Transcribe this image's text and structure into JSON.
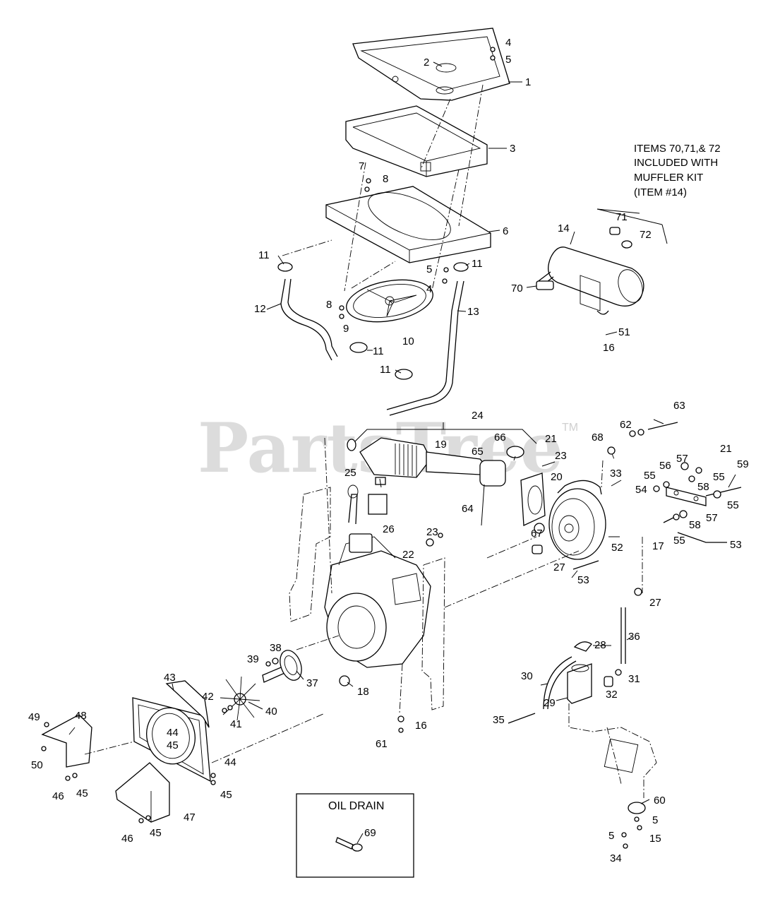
{
  "watermark": {
    "text": "PartsTree",
    "tm": "TM"
  },
  "note": {
    "lines": [
      "ITEMS 70,71,& 72",
      "INCLUDED WITH",
      "MUFFLER KIT",
      "(ITEM #14)"
    ]
  },
  "oil_drain_box": {
    "title": "OIL DRAIN",
    "item": "69"
  },
  "callouts": {
    "c1": "1",
    "c2": "2",
    "c3": "3",
    "c4a": "4",
    "c5a": "5",
    "c4b": "4",
    "c5b": "5",
    "c6": "6",
    "c7": "7",
    "c8a": "8",
    "c8b": "8",
    "c9": "9",
    "c10": "10",
    "c11a": "11",
    "c11b": "11",
    "c11c": "11",
    "c11d": "11",
    "c12": "12",
    "c13": "13",
    "c14": "14",
    "c16a": "16",
    "c51": "51",
    "c70": "70",
    "c71": "71",
    "c72": "72",
    "c24": "24",
    "c19": "19",
    "c66": "66",
    "c21a": "21",
    "c23a": "23",
    "c25": "25",
    "c65": "65",
    "c20": "20",
    "c64": "64",
    "c26": "26",
    "c68": "68",
    "c62": "62",
    "c63": "63",
    "c33": "33",
    "c21b": "21",
    "c57a": "57",
    "c56": "56",
    "c55a": "55",
    "c55b": "55",
    "c58a": "58",
    "c59": "59",
    "c54": "54",
    "c55c": "55",
    "c57b": "57",
    "c58b": "58",
    "c55d": "55",
    "c17": "17",
    "c53a": "53",
    "c53b": "53",
    "c52": "52",
    "c67": "67",
    "c27a": "27",
    "c27b": "27",
    "c22": "22",
    "c23b": "23",
    "c36": "36",
    "c28": "28",
    "c31": "31",
    "c30": "30",
    "c32": "32",
    "c29": "29",
    "c35": "35",
    "c38": "38",
    "c39": "39",
    "c37": "37",
    "c18": "18",
    "c16b": "16",
    "c61": "61",
    "c43": "43",
    "c42": "42",
    "c41": "41",
    "c40": "40",
    "c44a": "44",
    "c45a": "45",
    "c44b": "44",
    "c45b": "45",
    "c48": "48",
    "c49": "49",
    "c50": "50",
    "c46a": "46",
    "c45c": "45",
    "c46b": "46",
    "c45d": "45",
    "c47": "47",
    "c60": "60",
    "c5c": "5",
    "c5d": "5",
    "c15": "15",
    "c34": "34"
  }
}
